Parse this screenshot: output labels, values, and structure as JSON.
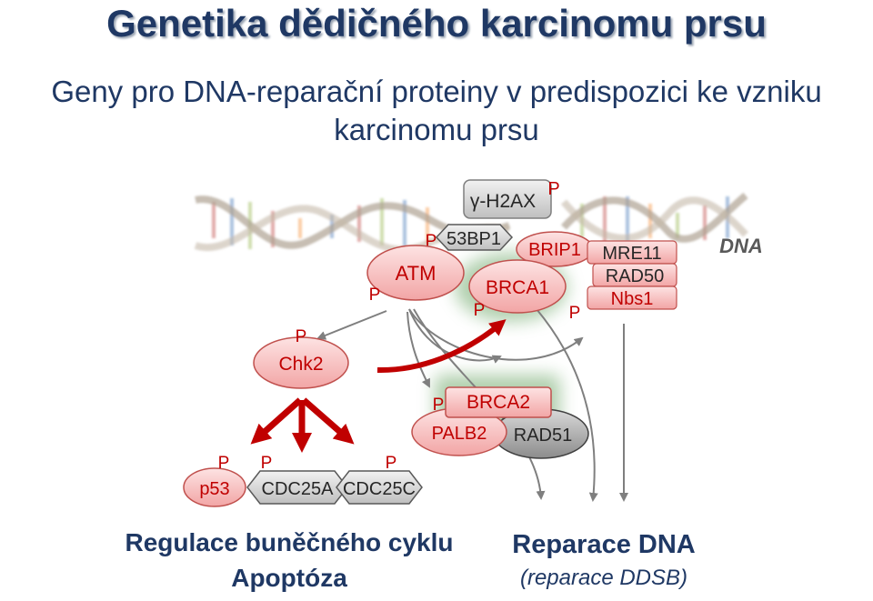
{
  "title": "Genetika dědičného karcinomu prsu",
  "subtitle_line1": "Geny pro DNA-reparační proteiny v predispozici ke vzniku",
  "subtitle_line2": "karcinomu prsu",
  "dna_label": "DNA",
  "phospho": "P",
  "proteins": {
    "h2ax": "γ-H2AX",
    "bp53": "53BP1",
    "brip1": "BRIP1",
    "mre11": "MRE11",
    "rad50": "RAD50",
    "nbs1": "Nbs1",
    "atm": "ATM",
    "brca1": "BRCA1",
    "chk2": "Chk2",
    "brca2": "BRCA2",
    "palb2": "PALB2",
    "rad51": "RAD51",
    "p53": "p53",
    "cdc25a": "CDC25A",
    "cdc25c": "CDC25C"
  },
  "outcomes": {
    "cycle_line1": "Regulace buněčného cyklu",
    "cycle_line2": "Apoptóza",
    "repair_line1": "Reparace DNA",
    "repair_line2": "(reparace DDSB)"
  },
  "colors": {
    "title": "#1f3864",
    "red_node_fill": "#f4b6b6",
    "red_node_stroke": "#c0504d",
    "red_arrow": "#c00000",
    "gray_arrow": "#7f7f7f",
    "green_glow": "#6fa86a",
    "label_dark_red": "#8b1a1a"
  }
}
